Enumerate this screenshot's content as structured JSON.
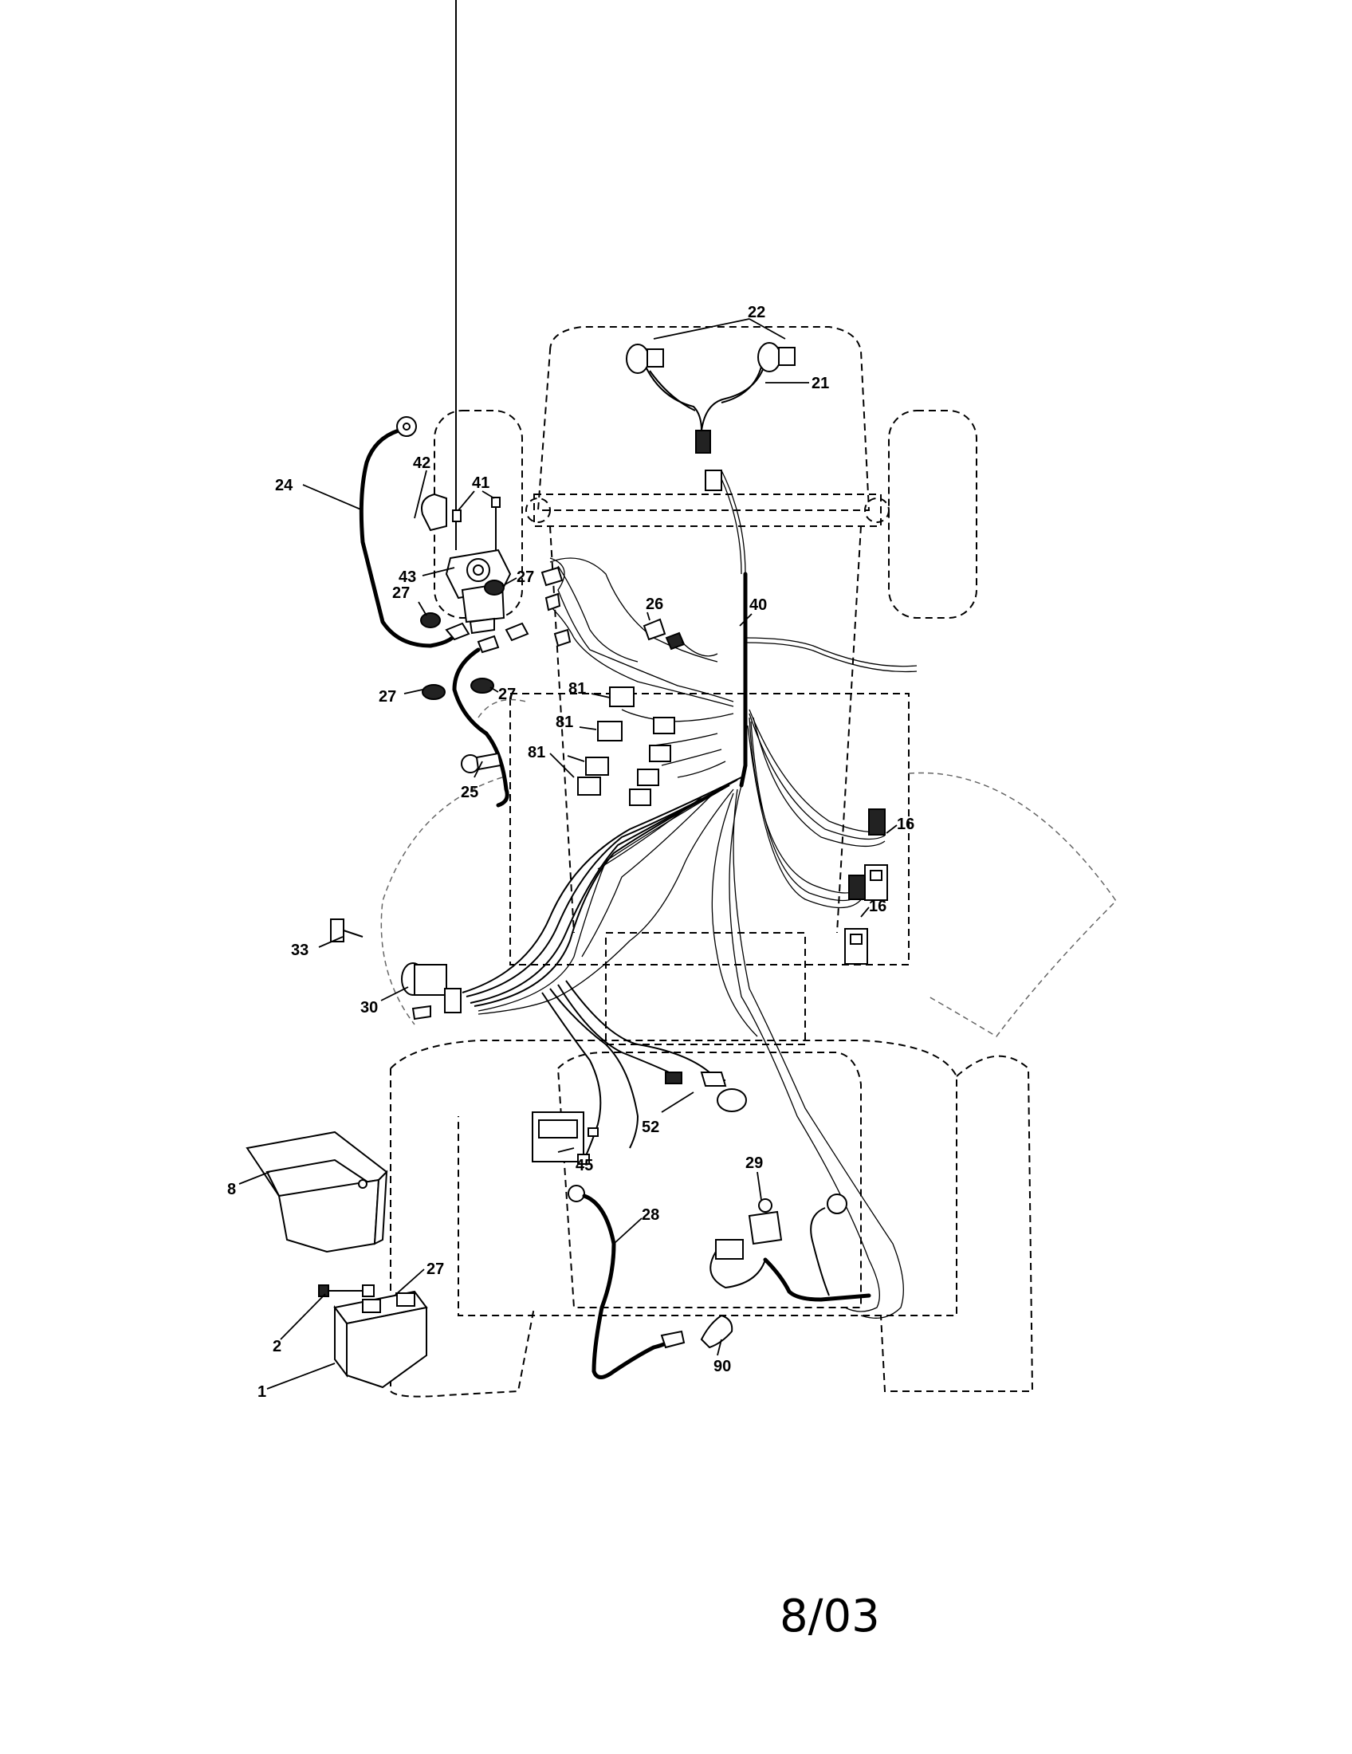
{
  "diagram": {
    "callouts": [
      {
        "id": "c22",
        "label": "22"
      },
      {
        "id": "c21",
        "label": "21"
      },
      {
        "id": "c24",
        "label": "24"
      },
      {
        "id": "c42",
        "label": "42"
      },
      {
        "id": "c41",
        "label": "41"
      },
      {
        "id": "c43",
        "label": "43"
      },
      {
        "id": "c27a",
        "label": "27"
      },
      {
        "id": "c27b",
        "label": "27"
      },
      {
        "id": "c27c",
        "label": "27"
      },
      {
        "id": "c27d",
        "label": "27"
      },
      {
        "id": "c26",
        "label": "26"
      },
      {
        "id": "c40",
        "label": "40"
      },
      {
        "id": "c81a",
        "label": "81"
      },
      {
        "id": "c81b",
        "label": "81"
      },
      {
        "id": "c81c",
        "label": "81"
      },
      {
        "id": "c25",
        "label": "25"
      },
      {
        "id": "c16a",
        "label": "16"
      },
      {
        "id": "c16b",
        "label": "16"
      },
      {
        "id": "c33",
        "label": "33"
      },
      {
        "id": "c30",
        "label": "30"
      },
      {
        "id": "c52",
        "label": "52"
      },
      {
        "id": "c45",
        "label": "45"
      },
      {
        "id": "c29",
        "label": "29"
      },
      {
        "id": "c8",
        "label": "8"
      },
      {
        "id": "c28",
        "label": "28"
      },
      {
        "id": "c27e",
        "label": "27"
      },
      {
        "id": "c2",
        "label": "2"
      },
      {
        "id": "c1",
        "label": "1"
      },
      {
        "id": "c90",
        "label": "90"
      }
    ]
  },
  "footer": {
    "date": "8/03"
  }
}
